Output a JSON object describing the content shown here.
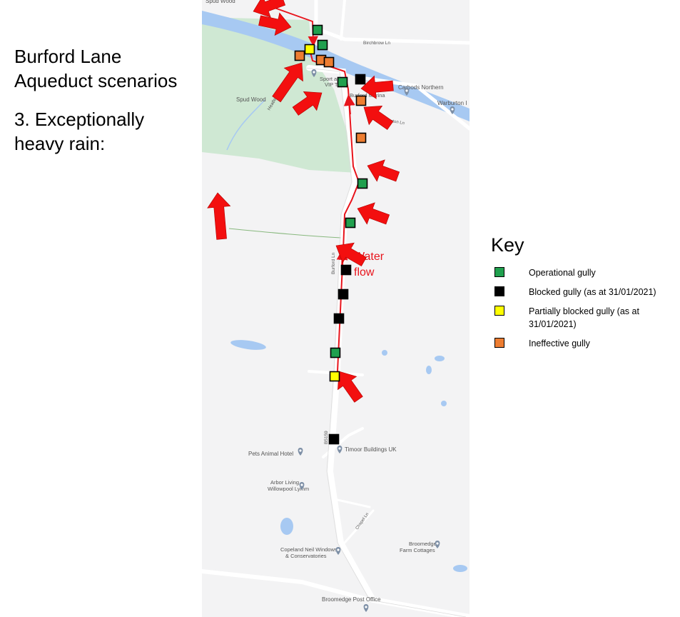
{
  "title": {
    "line1": "Burford Lane",
    "line2": "Aqueduct scenarios",
    "line3": "3. Exceptionally",
    "line4": "heavy rain:"
  },
  "map": {
    "places": [
      {
        "id": "spud-wood-top",
        "text": "Spud Wood"
      },
      {
        "id": "spud-wood",
        "text": "Spud Wood"
      },
      {
        "id": "sport-venue",
        "text": "Sport a"
      },
      {
        "id": "vip",
        "text": "VIP T"
      },
      {
        "id": "burford-marina",
        "text": "Burford Marina"
      },
      {
        "id": "carbods",
        "text": "Carbods Northern"
      },
      {
        "id": "warburton",
        "text": "Warburton I"
      },
      {
        "id": "pets-hotel",
        "text": "Pets Animal Hotel"
      },
      {
        "id": "timoor",
        "text": "Timoor Buildings UK"
      },
      {
        "id": "arbor-1",
        "text": "Arbor Living"
      },
      {
        "id": "arbor-2",
        "text": "Willowpool Lymm"
      },
      {
        "id": "copeland-1",
        "text": "Copeland Neil Windows"
      },
      {
        "id": "copeland-2",
        "text": "& Conservatories"
      },
      {
        "id": "broomedge-farm-1",
        "text": "Broomedge"
      },
      {
        "id": "broomedge-farm-2",
        "text": "Farm Cottages"
      },
      {
        "id": "broomedge-po",
        "text": "Broomedge Post Office"
      }
    ],
    "roads": [
      {
        "id": "burford-ln",
        "text": "Burford Ln"
      },
      {
        "id": "b5159",
        "text": "B5159"
      },
      {
        "id": "heatley-ln",
        "text": "Heatley Ln"
      },
      {
        "id": "birchbrow-ln",
        "text": "Birchbrow Ln"
      },
      {
        "id": "warburton-ln",
        "text": "Warburton Ln"
      },
      {
        "id": "chapel-ln",
        "text": "Chapel Ln"
      }
    ],
    "flow_label": {
      "line1": "Water",
      "line2": "flow"
    },
    "colors": {
      "arrow": "#f30f0f",
      "canal": "#a7c9f2",
      "woodland": "#cfe8d3",
      "road": "#ffffff",
      "flow_line": "#e8141c"
    },
    "icons": [
      "map-pin-icon",
      "tree-icon",
      "flow-arrow-icon"
    ],
    "gullies": [
      {
        "id": "g1",
        "status": "operational"
      },
      {
        "id": "g2",
        "status": "operational"
      },
      {
        "id": "g3",
        "status": "partially_blocked"
      },
      {
        "id": "g4",
        "status": "ineffective"
      },
      {
        "id": "g5",
        "status": "ineffective"
      },
      {
        "id": "g6",
        "status": "ineffective"
      },
      {
        "id": "g7",
        "status": "operational"
      },
      {
        "id": "g8",
        "status": "blocked"
      },
      {
        "id": "g9",
        "status": "ineffective"
      },
      {
        "id": "g10",
        "status": "ineffective"
      },
      {
        "id": "g11",
        "status": "operational"
      },
      {
        "id": "g12",
        "status": "operational"
      },
      {
        "id": "g13",
        "status": "blocked"
      },
      {
        "id": "g14",
        "status": "blocked"
      },
      {
        "id": "g15",
        "status": "blocked"
      },
      {
        "id": "g16",
        "status": "operational"
      },
      {
        "id": "g17",
        "status": "partially_blocked"
      },
      {
        "id": "g18",
        "status": "blocked"
      }
    ]
  },
  "key": {
    "title": "Key",
    "items": [
      {
        "status": "operational",
        "label": "Operational gully",
        "color": "#20a04e"
      },
      {
        "status": "blocked",
        "label": "Blocked gully (as at 31/01/2021)",
        "color": "#000000"
      },
      {
        "status": "partially_blocked",
        "label": "Partially blocked gully (as at 31/01/2021)",
        "color": "#ffff00"
      },
      {
        "status": "ineffective",
        "label": "Ineffective gully",
        "color": "#ed7d31"
      }
    ]
  }
}
